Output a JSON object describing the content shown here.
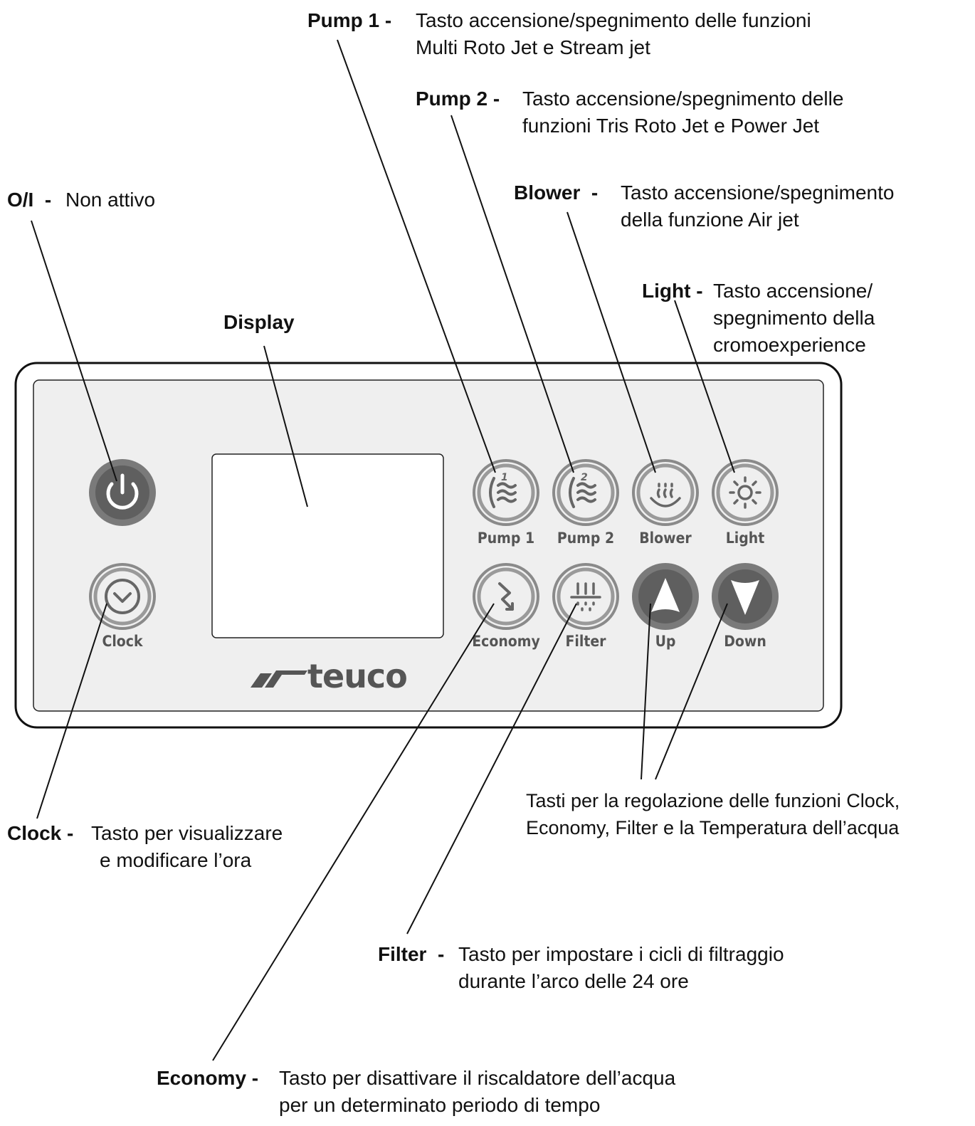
{
  "callouts": {
    "pump1": {
      "key": "Pump 1 -",
      "line1": "Tasto accensione/spegnimento delle funzioni",
      "line2": "Multi Roto Jet e Stream jet"
    },
    "pump2": {
      "key": "Pump 2 -",
      "line1": "Tasto accensione/spegnimento delle",
      "line2": "funzioni Tris Roto Jet e Power Jet"
    },
    "blower": {
      "key": "Blower  -",
      "line1": "Tasto accensione/spegnimento",
      "line2": "della funzione Air jet"
    },
    "light": {
      "key": "Light -",
      "line1": "Tasto accensione/",
      "line2": "spegnimento della",
      "line3": "cromoexperience"
    },
    "oi": {
      "key": "O/I  -",
      "line1": "Non attivo"
    },
    "display": {
      "key": "Display"
    },
    "clock": {
      "key": "Clock -",
      "line1": "Tasto per visualizzare",
      "line2": "e modificare l’ora"
    },
    "updown": {
      "line1": "Tasti per la regolazione delle funzioni Clock,",
      "line2": "Economy, Filter e la Temperatura dell’acqua"
    },
    "filter": {
      "key": "Filter  -",
      "line1": "Tasto per impostare i cicli di filtraggio",
      "line2": "durante l’arco delle 24 ore"
    },
    "economy": {
      "key": "Economy -",
      "line1": "Tasto per disattivare il riscaldatore dell’acqua",
      "line2": "per un determinato periodo di tempo"
    }
  },
  "panel": {
    "brand": "teuco",
    "buttons": {
      "pump1": "Pump 1",
      "pump2": "Pump 2",
      "blower": "Blower",
      "light": "Light",
      "clock": "Clock",
      "economy": "Economy",
      "filter": "Filter",
      "up": "Up",
      "down": "Down"
    },
    "pump1_badge": "1",
    "pump2_badge": "2"
  },
  "colors": {
    "panel_fill": "#efefef",
    "button_ring": "#8a8a8a",
    "button_dark": "#5f5f5f",
    "power_ring": "#7a7a7a"
  },
  "icons": [
    "power-icon",
    "clock-icon",
    "pump1-icon",
    "pump2-icon",
    "blower-icon",
    "light-icon",
    "economy-icon",
    "filter-icon",
    "up-arrow-icon",
    "down-arrow-icon",
    "teuco-logo"
  ]
}
